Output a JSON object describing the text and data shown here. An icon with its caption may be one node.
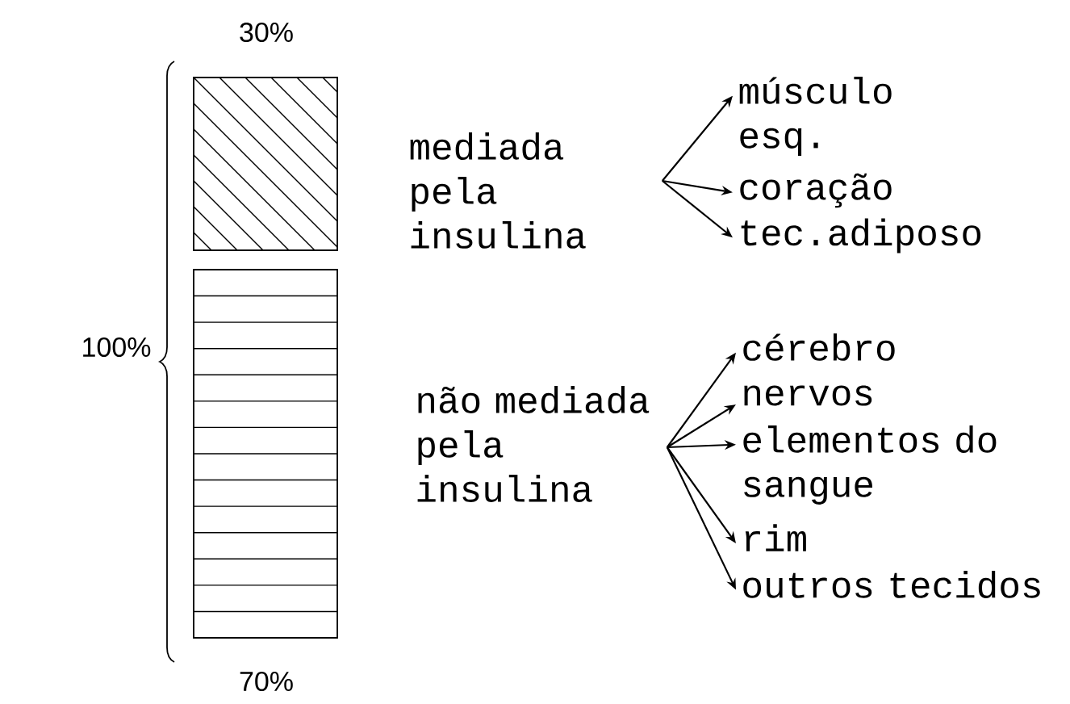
{
  "diagram": {
    "nodes": [
      {
        "text": [
          "mediada pela insulina"
        ]
      },
      {
        "text": [
          "músculo esq."
        ]
      },
      {
        "text": [
          "coração"
        ]
      },
      {
        "text": [
          "tec.adiposo"
        ]
      },
      {
        "text": [
          "não mediada pela insulina"
        ]
      },
      {
        "text": [
          "cérebro"
        ]
      },
      {
        "text": [
          "nervos"
        ]
      },
      {
        "text": [
          "elementos do sangue"
        ]
      },
      {
        "text": [
          "rim"
        ]
      },
      {
        "text": [
          "outros tecidos"
        ]
      }
    ],
    "edges": [
      {
        "from": 0,
        "to": 1,
        "arrow": "to"
      },
      {
        "from": 0,
        "to": 2,
        "arrow": "to"
      },
      {
        "from": 0,
        "to": 3,
        "arrow": "to"
      },
      {
        "from": 4,
        "to": 5,
        "arrow": "to"
      },
      {
        "from": 4,
        "to": 6,
        "arrow": "to"
      },
      {
        "from": 4,
        "to": 7,
        "arrow": "to"
      },
      {
        "from": 4,
        "to": 8,
        "arrow": "to"
      },
      {
        "from": 4,
        "to": 9,
        "arrow": "to"
      }
    ],
    "labels": [
      "30%",
      "100%",
      "70%"
    ]
  }
}
